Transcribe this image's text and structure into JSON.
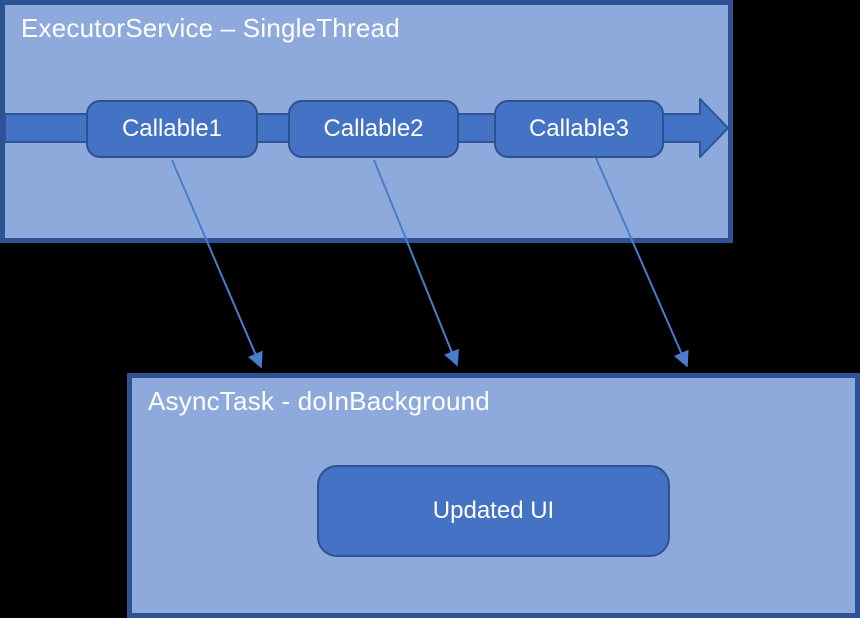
{
  "diagram": {
    "executor_box": {
      "title": "ExecutorService – SingleThread",
      "tasks": [
        "Callable1",
        "Callable2",
        "Callable3"
      ]
    },
    "async_box": {
      "title": "AsyncTask - doInBackground",
      "result_node_label": "Updated UI"
    },
    "colors": {
      "canvas_background": "#000000",
      "container_fill": "#8EA9DC",
      "container_border": "#2E5395",
      "node_fill": "#4472C4",
      "node_border": "#2F528F",
      "thread_arrow_fill": "#4472C4",
      "thread_arrow_border": "#2F5597",
      "connector_stroke": "#4B7CCB",
      "text": "#FFFFFF"
    }
  }
}
